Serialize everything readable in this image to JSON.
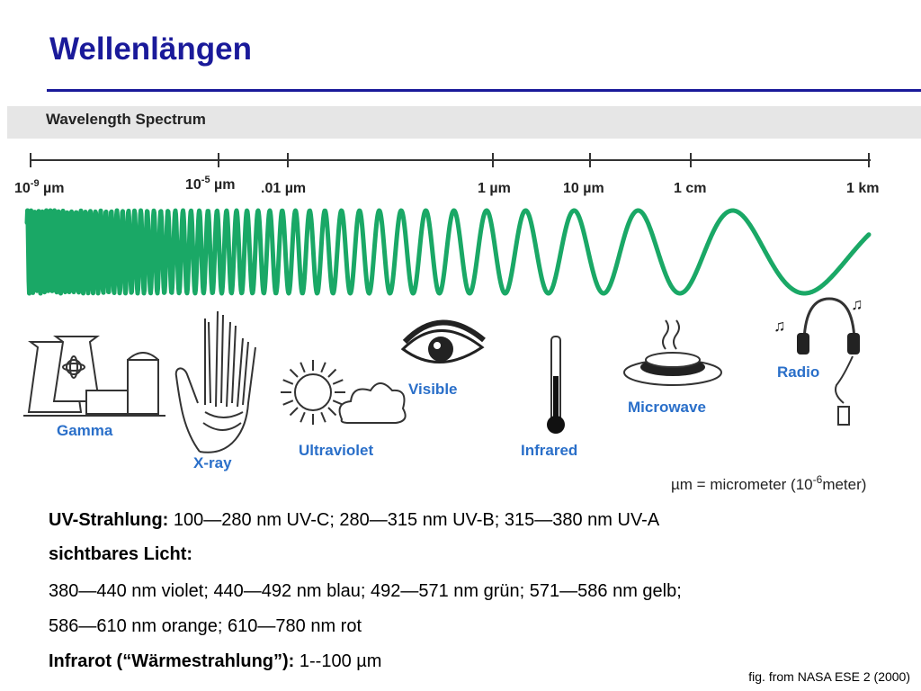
{
  "slide": {
    "title": "Wellenlängen",
    "source": "fig. from NASA ESE 2 (2000)"
  },
  "figure": {
    "header": "Wavelength Spectrum",
    "ticks": [
      {
        "base": "10",
        "exp": "-9",
        "unit": " µm"
      },
      {
        "base": "10",
        "exp": "-5",
        "unit": " µm"
      },
      {
        "base": ".01 µm",
        "exp": "",
        "unit": ""
      },
      {
        "base": "1 µm",
        "exp": "",
        "unit": ""
      },
      {
        "base": "10 µm",
        "exp": "",
        "unit": ""
      },
      {
        "base": "1 cm",
        "exp": "",
        "unit": ""
      },
      {
        "base": "1 km",
        "exp": "",
        "unit": ""
      }
    ],
    "bands": {
      "gamma": "Gamma",
      "xray": "X-ray",
      "ultraviolet": "Ultraviolet",
      "visible": "Visible",
      "infrared": "Infrared",
      "microwave": "Microwave",
      "radio": "Radio"
    },
    "note_prefix": "µm = micrometer (10",
    "note_exp": "-6",
    "note_suffix": "meter)",
    "wave_color": "#1aa866",
    "label_color": "#2a6fc9"
  },
  "body": {
    "uv_label": "UV-Strahlung:",
    "uv_text": " 100—280 nm UV-C; 280—315 nm UV-B; 315—380 nm UV-A",
    "visible_label": "sichtbares Licht:",
    "visible_line1": "380—440 nm violet; 440—492 nm blau; 492—571 nm grün; 571—586 nm gelb;",
    "visible_line2": "586—610 nm orange; 610—780 nm rot",
    "ir_label": "Infrarot (“Wärmestrahlung”):",
    "ir_text": " 1--100 µm"
  }
}
